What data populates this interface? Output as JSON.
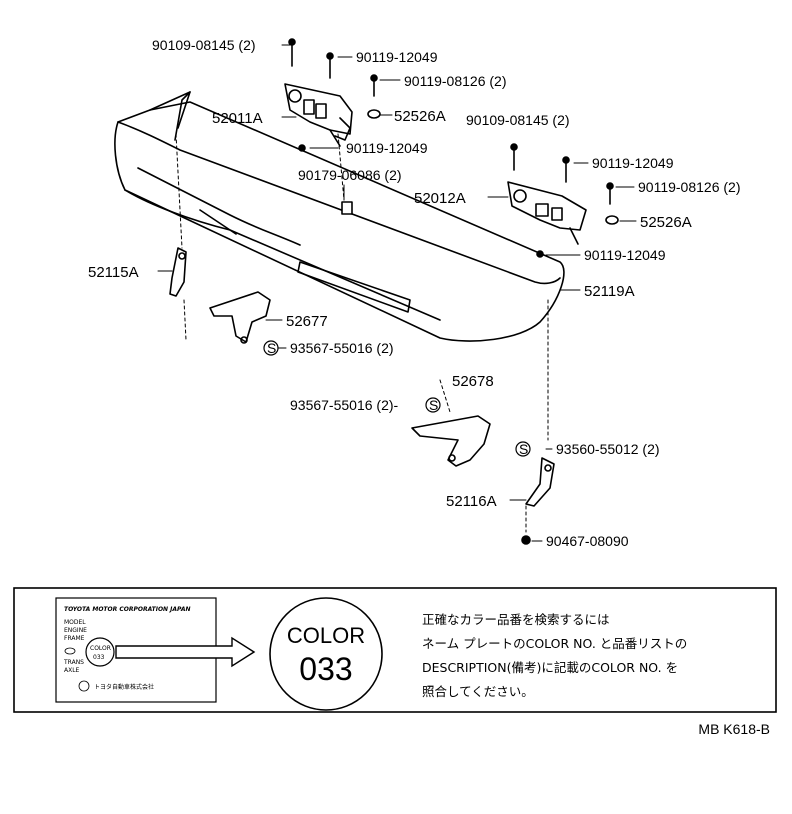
{
  "parts": {
    "p1": "90109-08145 (2)",
    "p2": "90119-12049",
    "p3": "90119-08126 (2)",
    "p4": "52011A",
    "p5": "52526A",
    "p6": "90109-08145 (2)",
    "p7": "90119-12049",
    "p8": "90119-12049",
    "p9": "90179-06086 (2)",
    "p10": "52012A",
    "p11": "90119-08126 (2)",
    "p12": "52526A",
    "p13": "90119-12049",
    "p14": "52115A",
    "p15": "52119A",
    "p16": "52677",
    "p17": "93567-55016 (2)",
    "p18": "52678",
    "p19": "93567-55016 (2)-",
    "p20": "93560-55012 (2)",
    "p21": "52116A",
    "p22": "90467-08090",
    "s_mark": "S"
  },
  "plate": {
    "maker": "TOYOTA MOTOR CORPORATION  JAPAN",
    "color_label": "COLOR",
    "color_code": "033",
    "small_color": "COLOR",
    "small_code": "033",
    "company": "トヨタ自動車株式会社",
    "rows": [
      "MODEL",
      "ENGINE",
      "FRAME",
      "TRANS",
      "AXLE"
    ]
  },
  "note": {
    "line1": "正確なカラー品番を検索するには",
    "line2": "ネーム プレートのCOLOR NO. と品番リストの",
    "line3": "DESCRIPTION(備考)に記載のCOLOR NO. を",
    "line4": "照合してください。"
  },
  "ref_code": "MB K618-B"
}
